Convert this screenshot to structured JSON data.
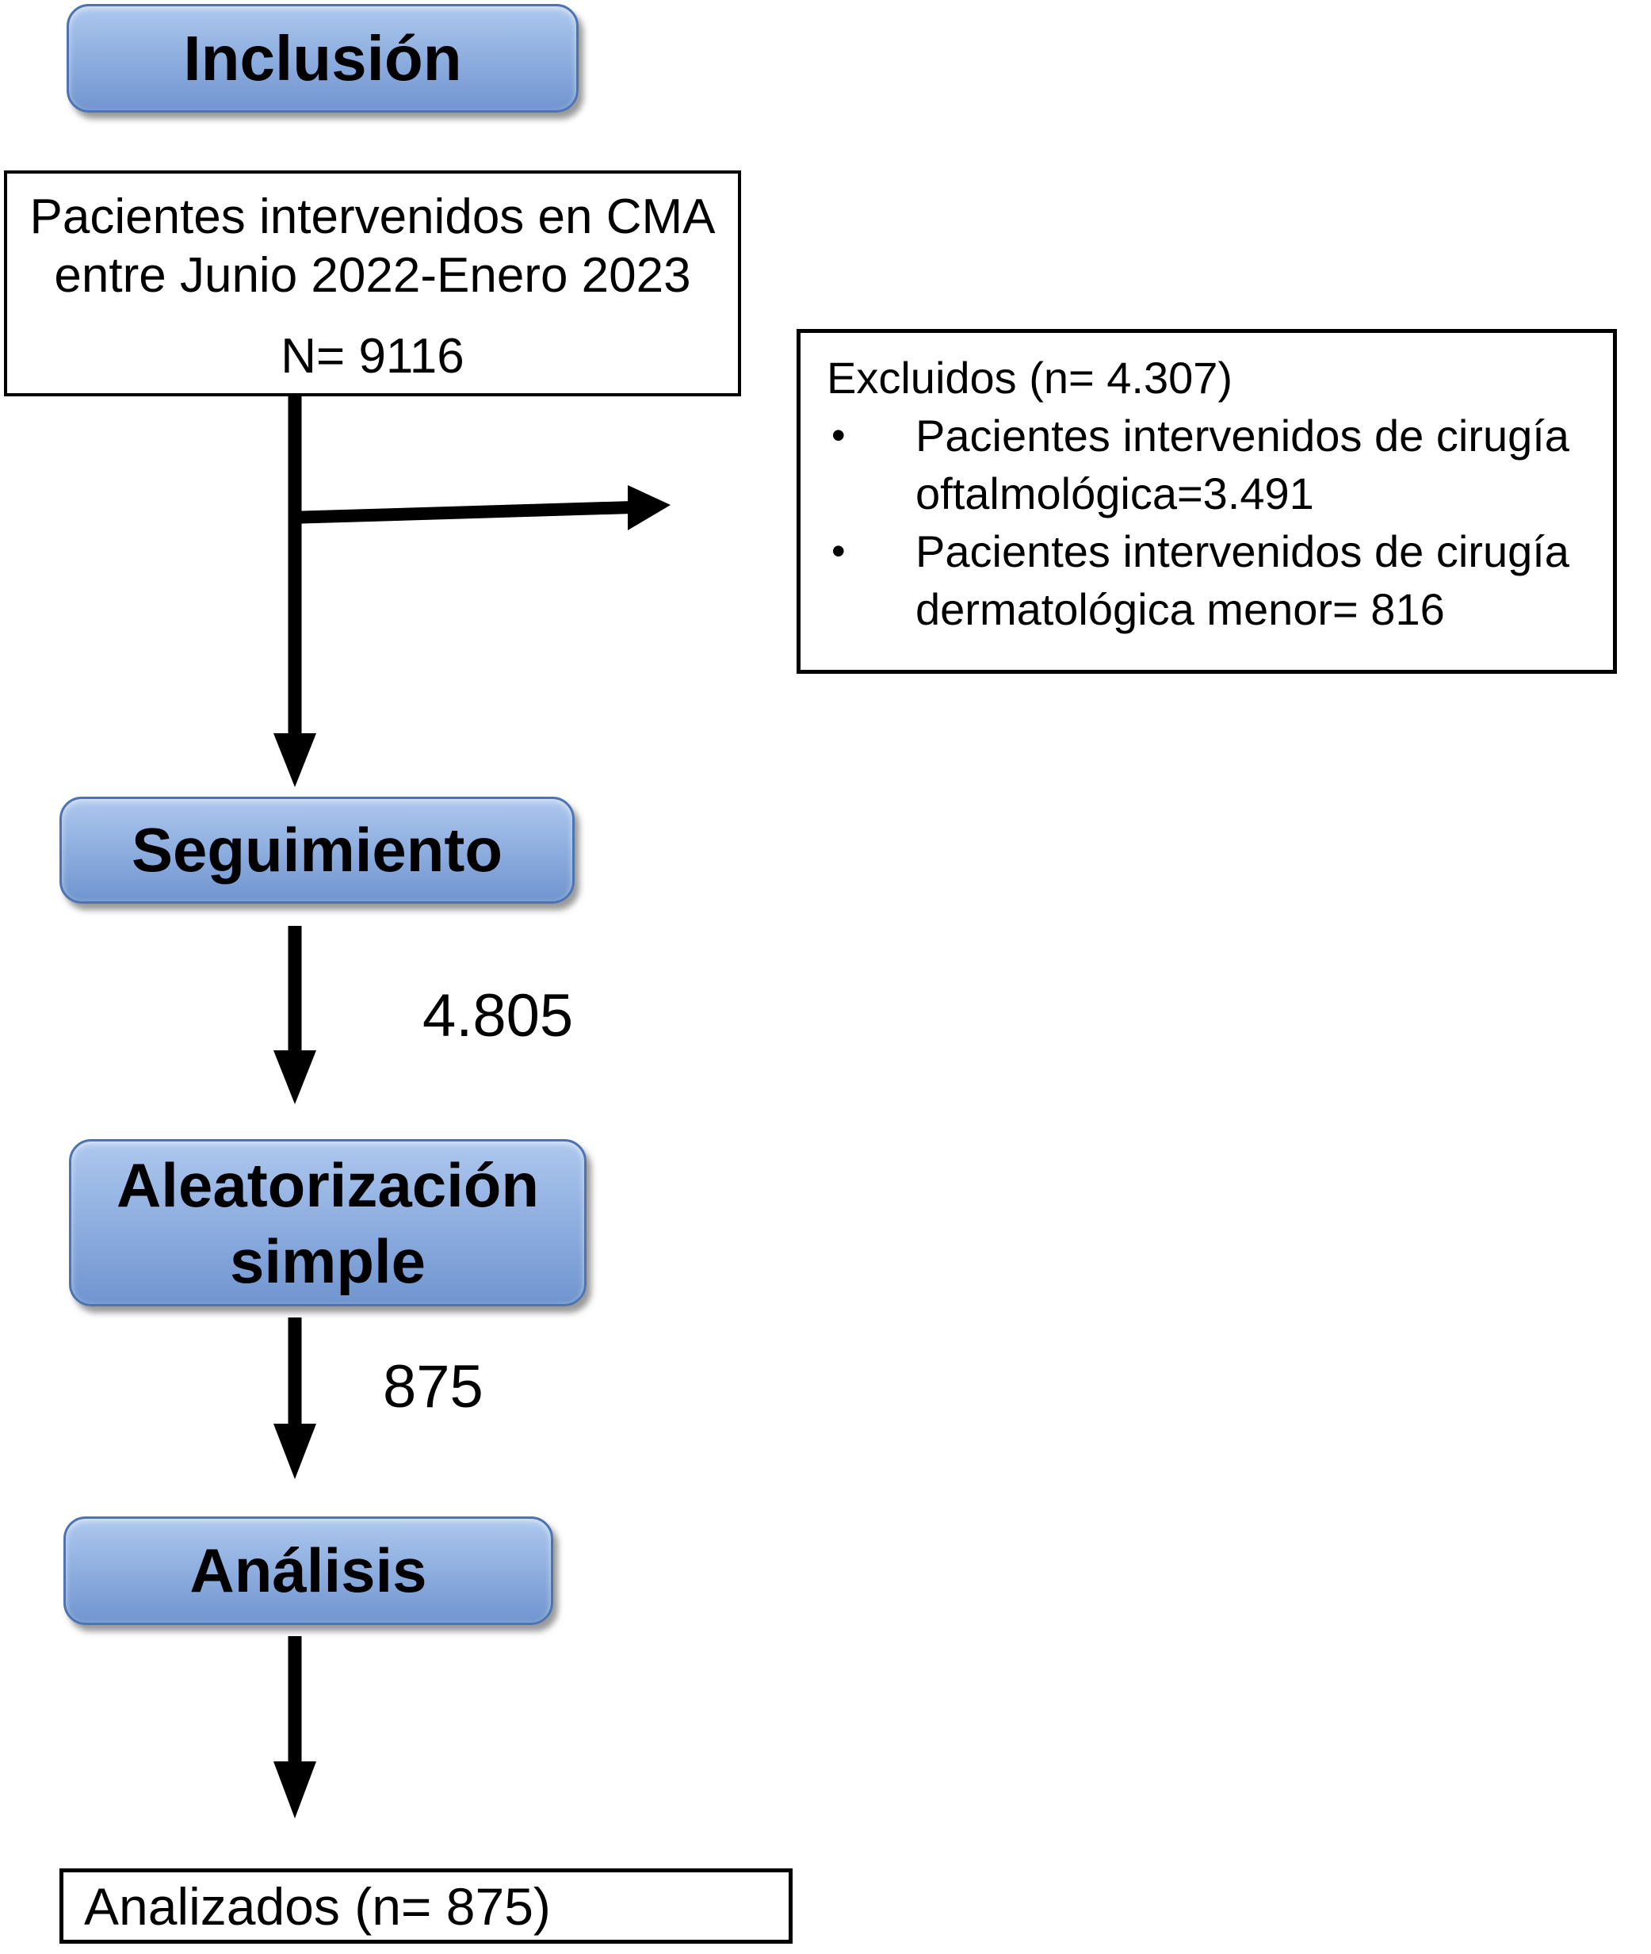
{
  "figure": {
    "stages": [
      {
        "label": "Inclusión"
      },
      {
        "label": "Seguimiento"
      },
      {
        "label": "Aleatorización simple"
      },
      {
        "label": "Análisis"
      }
    ],
    "population_box": {
      "line1": "Pacientes intervenidos en CMA",
      "line2": "entre Junio 2022-Enero 2023",
      "n_value": "N= 9116"
    },
    "excluded_box": {
      "title": "Excluidos (n= 4.307)",
      "bullet": "•",
      "items": [
        "Pacientes intervenidos de cirugía oftalmológica=3.491",
        "Pacientes intervenidos de cirugía dermatológica menor= 816"
      ]
    },
    "flow_counts": {
      "to_randomization": "4.805",
      "to_analysis": "875"
    },
    "analyzed_box": {
      "label": "Analizados (n= 875)"
    },
    "colors": {
      "node_fill_top": "#aec8ee",
      "node_fill_mid": "#8fafe0",
      "node_fill_bottom": "#7095cf",
      "node_border": "#4d74b0",
      "arrow": "#000000",
      "outline_box_border": "#000000",
      "background": "#ffffff",
      "text": "#000000"
    }
  }
}
